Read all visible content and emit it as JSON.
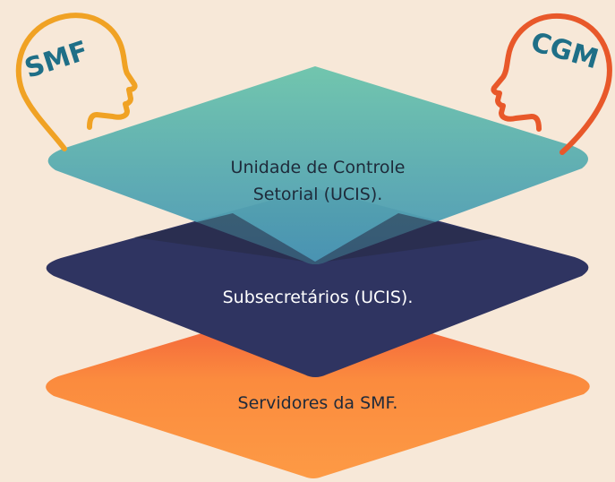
{
  "diagram": {
    "heads": {
      "left": {
        "label": "SMF",
        "outline_color": "#f0a224",
        "text_color": "#1f6f87"
      },
      "right": {
        "label": "CGM",
        "outline_color": "#e8582a",
        "text_color": "#1f6f87"
      }
    },
    "layers": [
      {
        "id": "top",
        "line1": "Unidade de Controle",
        "line2": "Setorial (UCIS).",
        "color_top": "#6cc4ac",
        "color_bottom": "#4f9fb8",
        "text_color": "#1e2a3a"
      },
      {
        "id": "middle",
        "label": "Subsecretários (UCIS).",
        "color": "#2f3461",
        "text_color": "#ffffff"
      },
      {
        "id": "bottom",
        "label": "Servidores da SMF.",
        "color": "#fb8b3e",
        "text_color": "#1e2a3a"
      }
    ],
    "background_color": "#f7e8d8"
  }
}
